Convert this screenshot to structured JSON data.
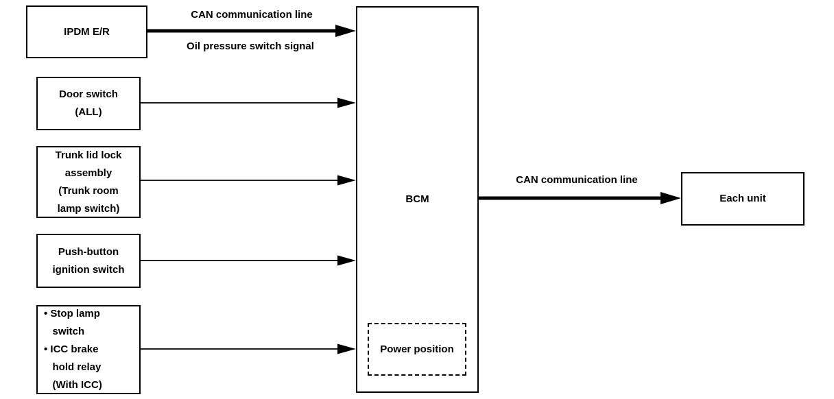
{
  "diagram": {
    "title": "BCM signal flow diagram",
    "colors": {
      "background": "#ffffff",
      "line": "#000000",
      "text": "#000000"
    },
    "nodes": {
      "ipdm": {
        "label": "IPDM E/R"
      },
      "door_switch": {
        "label": "Door switch\n(ALL)"
      },
      "trunk_lid": {
        "label": "Trunk lid lock\nassembly\n(Trunk room\nlamp switch)"
      },
      "push_button": {
        "label": "Push-button\nignition switch"
      },
      "stop_lamp": {
        "label": "• Stop lamp\n   switch\n• ICC brake\n   hold relay\n   (With ICC)"
      },
      "bcm": {
        "label": "BCM"
      },
      "power_position": {
        "label": "Power position"
      },
      "each_unit": {
        "label": "Each unit"
      }
    },
    "edge_labels": {
      "can_line_top": "CAN communication line",
      "oil_pressure_signal": "Oil pressure switch signal",
      "can_line_right": "CAN communication line"
    },
    "edges": [
      {
        "from": "ipdm",
        "to": "bcm",
        "style": "thick"
      },
      {
        "from": "door_switch",
        "to": "bcm",
        "style": "thin"
      },
      {
        "from": "trunk_lid",
        "to": "bcm",
        "style": "thin"
      },
      {
        "from": "push_button",
        "to": "bcm",
        "style": "thin"
      },
      {
        "from": "stop_lamp",
        "to": "bcm",
        "style": "thin"
      },
      {
        "from": "bcm",
        "to": "each_unit",
        "style": "thick"
      }
    ]
  }
}
